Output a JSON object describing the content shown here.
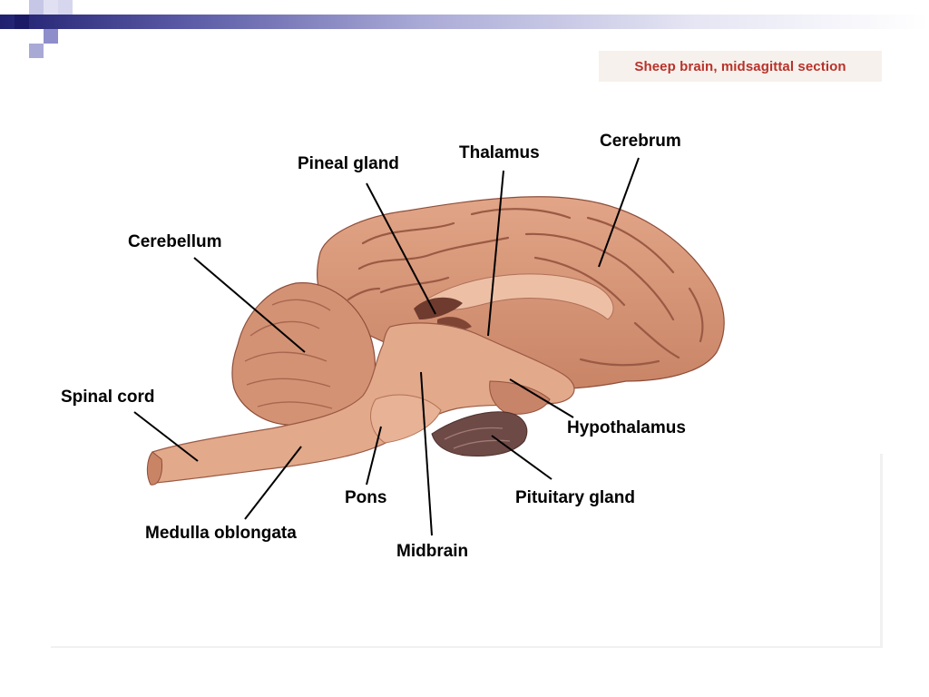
{
  "caption": "Sheep brain, midsagittal section",
  "labels": {
    "cerebrum": "Cerebrum",
    "thalamus": "Thalamus",
    "pineal_gland": "Pineal gland",
    "cerebellum": "Cerebellum",
    "spinal_cord": "Spinal cord",
    "hypothalamus": "Hypothalamus",
    "pons": "Pons",
    "pituitary_gland": "Pituitary gland",
    "medulla_oblongata": "Medulla oblongata",
    "midbrain": "Midbrain"
  },
  "colors": {
    "caption": "#b8322a",
    "tissue": "#d9987a",
    "tissue_dark": "#b9745a",
    "tissue_light": "#eab79b",
    "header_dark": "#202070",
    "header_mid": "#8e8ecb"
  }
}
